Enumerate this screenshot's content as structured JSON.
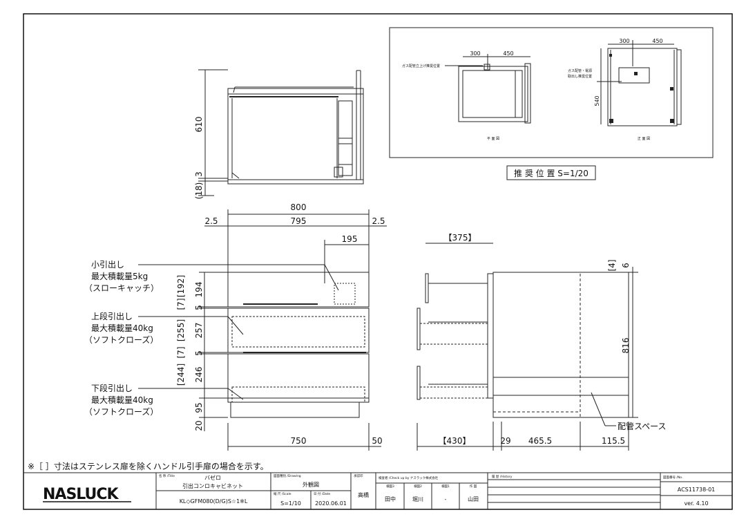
{
  "front_dims": {
    "w_total": "800",
    "gap_left": "2.5",
    "w_inner": "795",
    "gap_right": "2.5",
    "w_195": "195",
    "w_750": "750",
    "w_50": "50",
    "h_194": "194",
    "h_192": "[192]",
    "h_7a": "[7]",
    "h_5a": "5",
    "h_257": "257",
    "h_255": "[255]",
    "h_7b": "[7]",
    "h_5b": "5",
    "h_246": "246",
    "h_244": "[244]",
    "h_95": "95",
    "h_20": "20"
  },
  "top_dims": {
    "h_610": "610",
    "h_3": "3",
    "h_18": "(18)"
  },
  "side_dims": {
    "d_375": "【375】",
    "d_430": "【430】",
    "d_29": "29",
    "d_465": "465.5",
    "d_115": "115.5",
    "h_816": "816",
    "h_4": "[4]",
    "h_6": "6"
  },
  "labels": {
    "small_drawer": [
      "小引出し",
      "最大積載量5kg",
      "（スローキャッチ）"
    ],
    "upper_drawer": [
      "上段引出し",
      "最大積載量40kg",
      "（ソフトクローズ）"
    ],
    "lower_drawer": [
      "下段引出し",
      "最大積載量40kg",
      "（ソフトクローズ）"
    ],
    "pipe_space": "配管スペース"
  },
  "inset": {
    "title": "推 奨 位 置 S=1/20",
    "plan_label": "平 面 図",
    "elev_label": "正 面 図",
    "gas_label": "ガス配管立上げ推奨位置",
    "elec_label_1": "ガス配管・電源",
    "elec_label_2": "取出し推奨位置",
    "d300a": "300",
    "d450a": "450",
    "d300b": "300",
    "d450b": "450",
    "d540": "540"
  },
  "footnote": "※［ ］寸法はステンレス扉を除くハンドル引手扉の場合を示す。",
  "title_block": {
    "logo": "NASLUCK",
    "name_hdr": "名 称 /Title",
    "name_series": "バゼロ",
    "name_item": "引出コンロキャビネット",
    "model": "KL◇GFM080(D/G)S☆1※L",
    "drawing_hdr": "図面種別 /Drawing",
    "drawing_type": "外観図",
    "scale_hdr": "縮 尺 /Scale",
    "scale": "S=1/10",
    "date_hdr": "日 付 /Date",
    "date": "2020.06.01",
    "approver_hdr": "承認印",
    "approver": "高橋",
    "check_hdr": "検査者 /Check up by ナスラック株式会社",
    "check_cols": [
      "検図3",
      "検図2",
      "検図1",
      "作 図"
    ],
    "check_names": [
      "田中",
      "堀川",
      "-",
      "山田"
    ],
    "history_hdr": "履 歴 /History",
    "no_hdr": "図面番号 /No.",
    "number": "ACS11738-01",
    "version": "ver. 4.10"
  }
}
